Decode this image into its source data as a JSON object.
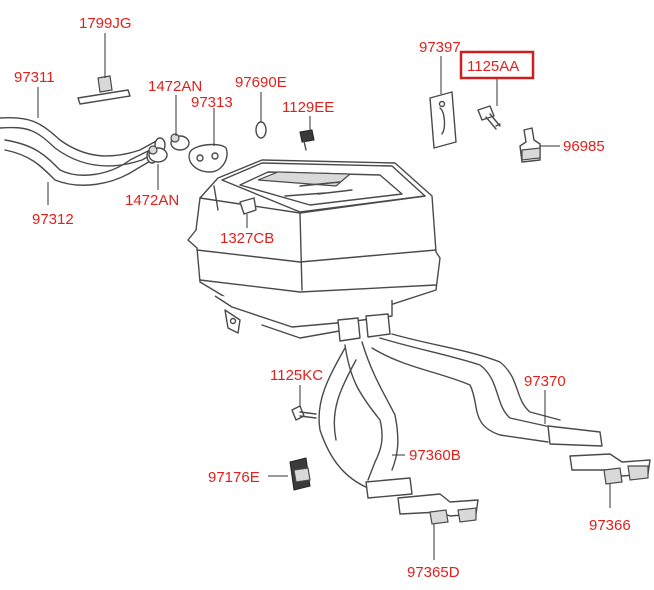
{
  "parts": {
    "p1799jg": "1799JG",
    "p97311": "97311",
    "p1472an_top": "1472AN",
    "p97313": "97313",
    "p97690e": "97690E",
    "p1129ee": "1129EE",
    "p97397": "97397",
    "p1125aa": "1125AA",
    "p96985": "96985",
    "p97312": "97312",
    "p1472an_bottom": "1472AN",
    "p1327cb": "1327CB",
    "p97370": "97370",
    "p1125kc": "1125KC",
    "p97360b": "97360B",
    "p97176e": "97176E",
    "p97366": "97366",
    "p97365d": "97365D"
  },
  "highlighted_part": "1125AA",
  "label_color": "#e0201c",
  "highlight_color": "#cc1f1f"
}
